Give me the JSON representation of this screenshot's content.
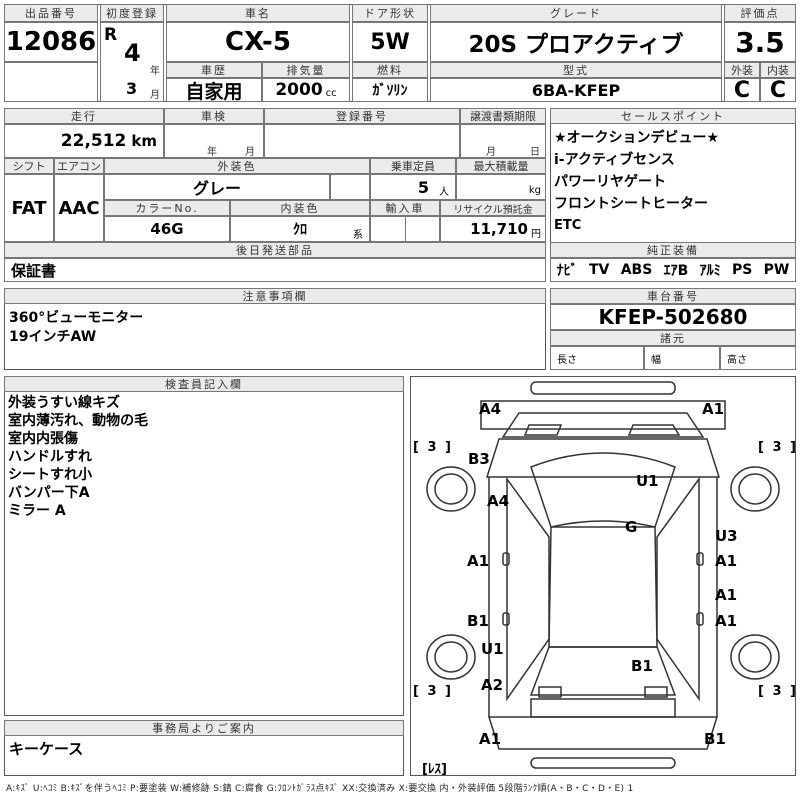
{
  "header": {
    "lot_label": "出品番号",
    "lot_number": "12086",
    "first_reg_label": "初度登録",
    "era": "R",
    "first_reg_year": "4",
    "year_unit": "年",
    "first_reg_month": "3",
    "month_unit": "月",
    "car_name_label": "車名",
    "car_name": "CX-5",
    "door_label": "ドア形状",
    "door": "5W",
    "grade_label": "グレード",
    "grade": "20S プロアクティブ",
    "score_label": "評価点",
    "score": "3.5",
    "exterior_label": "外装",
    "exterior": "C",
    "interior_label": "内装",
    "interior": "C",
    "history_label": "車歴",
    "history": "自家用",
    "displacement_label": "排気量",
    "displacement": "2000",
    "displacement_unit": "cc",
    "fuel_label": "燃料",
    "fuel": "ｶﾞｿﾘﾝ",
    "model_label": "型式",
    "model": "6BA-KFEP"
  },
  "row2": {
    "mileage_label": "走行",
    "mileage": "22,512",
    "mileage_unit": "km",
    "inspection_label": "車検",
    "inspection_year_unit": "年",
    "inspection_month_unit": "月",
    "plate_label": "登録番号",
    "transfer_label": "譲渡書類期限",
    "transfer_month_unit": "月",
    "transfer_day_unit": "日",
    "shift_label": "シフト",
    "shift": "FAT",
    "ac_label": "エアコン",
    "ac": "AAC",
    "color_label": "外装色",
    "color": "グレー",
    "capacity_label": "乗車定員",
    "capacity": "5",
    "capacity_unit": "人",
    "load_label": "最大積載量",
    "load_unit": "kg",
    "color_no_label": "カラーNo.",
    "color_no": "46G",
    "interior_color_label": "内装色",
    "interior_color": "ｸﾛ",
    "interior_color_unit": "系",
    "import_label": "輸入車",
    "recycle_label": "リサイクル預託金",
    "recycle": "11,710",
    "recycle_unit": "円",
    "later_parts_label": "後日発送部品",
    "later_parts": "保証書"
  },
  "sales": {
    "label": "セールスポイント",
    "points": [
      "★オークションデビュー★",
      "i-アクティブセンス",
      "パワーリヤゲート",
      "フロントシートヒーター",
      "ETC"
    ]
  },
  "equipment": {
    "label": "純正装備",
    "items": [
      "ﾅﾋﾞ",
      "TV",
      "ABS",
      "ｴｱB",
      "ｱﾙﾐ",
      "PS",
      "PW"
    ]
  },
  "notes": {
    "label": "注意事項欄",
    "lines": [
      "360°ビューモニター",
      "19インチAW"
    ]
  },
  "chassis": {
    "label": "車台番号",
    "number": "KFEP-502680",
    "spec_label": "諸元",
    "length_label": "長さ",
    "width_label": "幅",
    "height_label": "高さ"
  },
  "inspector": {
    "label": "検査員記入欄",
    "lines": [
      "外装うすい線キズ",
      "室内薄汚れ、動物の毛",
      "室内内張傷",
      "ハンドルすれ",
      "シートすれ小",
      "バンパー下A",
      "ミラー A"
    ]
  },
  "office": {
    "label": "事務局よりご案内",
    "text": "キーケース"
  },
  "diagram": {
    "marks": [
      "A4",
      "A1",
      "B3",
      "U1",
      "A4",
      "G",
      "U3",
      "A1",
      "A1",
      "A1",
      "B1",
      "A1",
      "U1",
      "B1",
      "A2",
      "A1",
      "B1"
    ],
    "tires": [
      "[ 3 ]",
      "[ 3 ]",
      "[ 3 ]",
      "[ 3 ]"
    ],
    "spare": "[ﾚｽ]"
  },
  "legend": "A:ｷｽﾞ U:ﾍｺﾐ B:ｷｽﾞを伴うﾍｺﾐ P:要塗装 W:補修跡 S:錆 C:腐食 G:ﾌﾛﾝﾄｶﾞﾗｽ点ｷｽﾞ XX:交換済み X:要交換 内・外装評価 5段階ﾗﾝｸ順(A・B・C・D・E) 1"
}
